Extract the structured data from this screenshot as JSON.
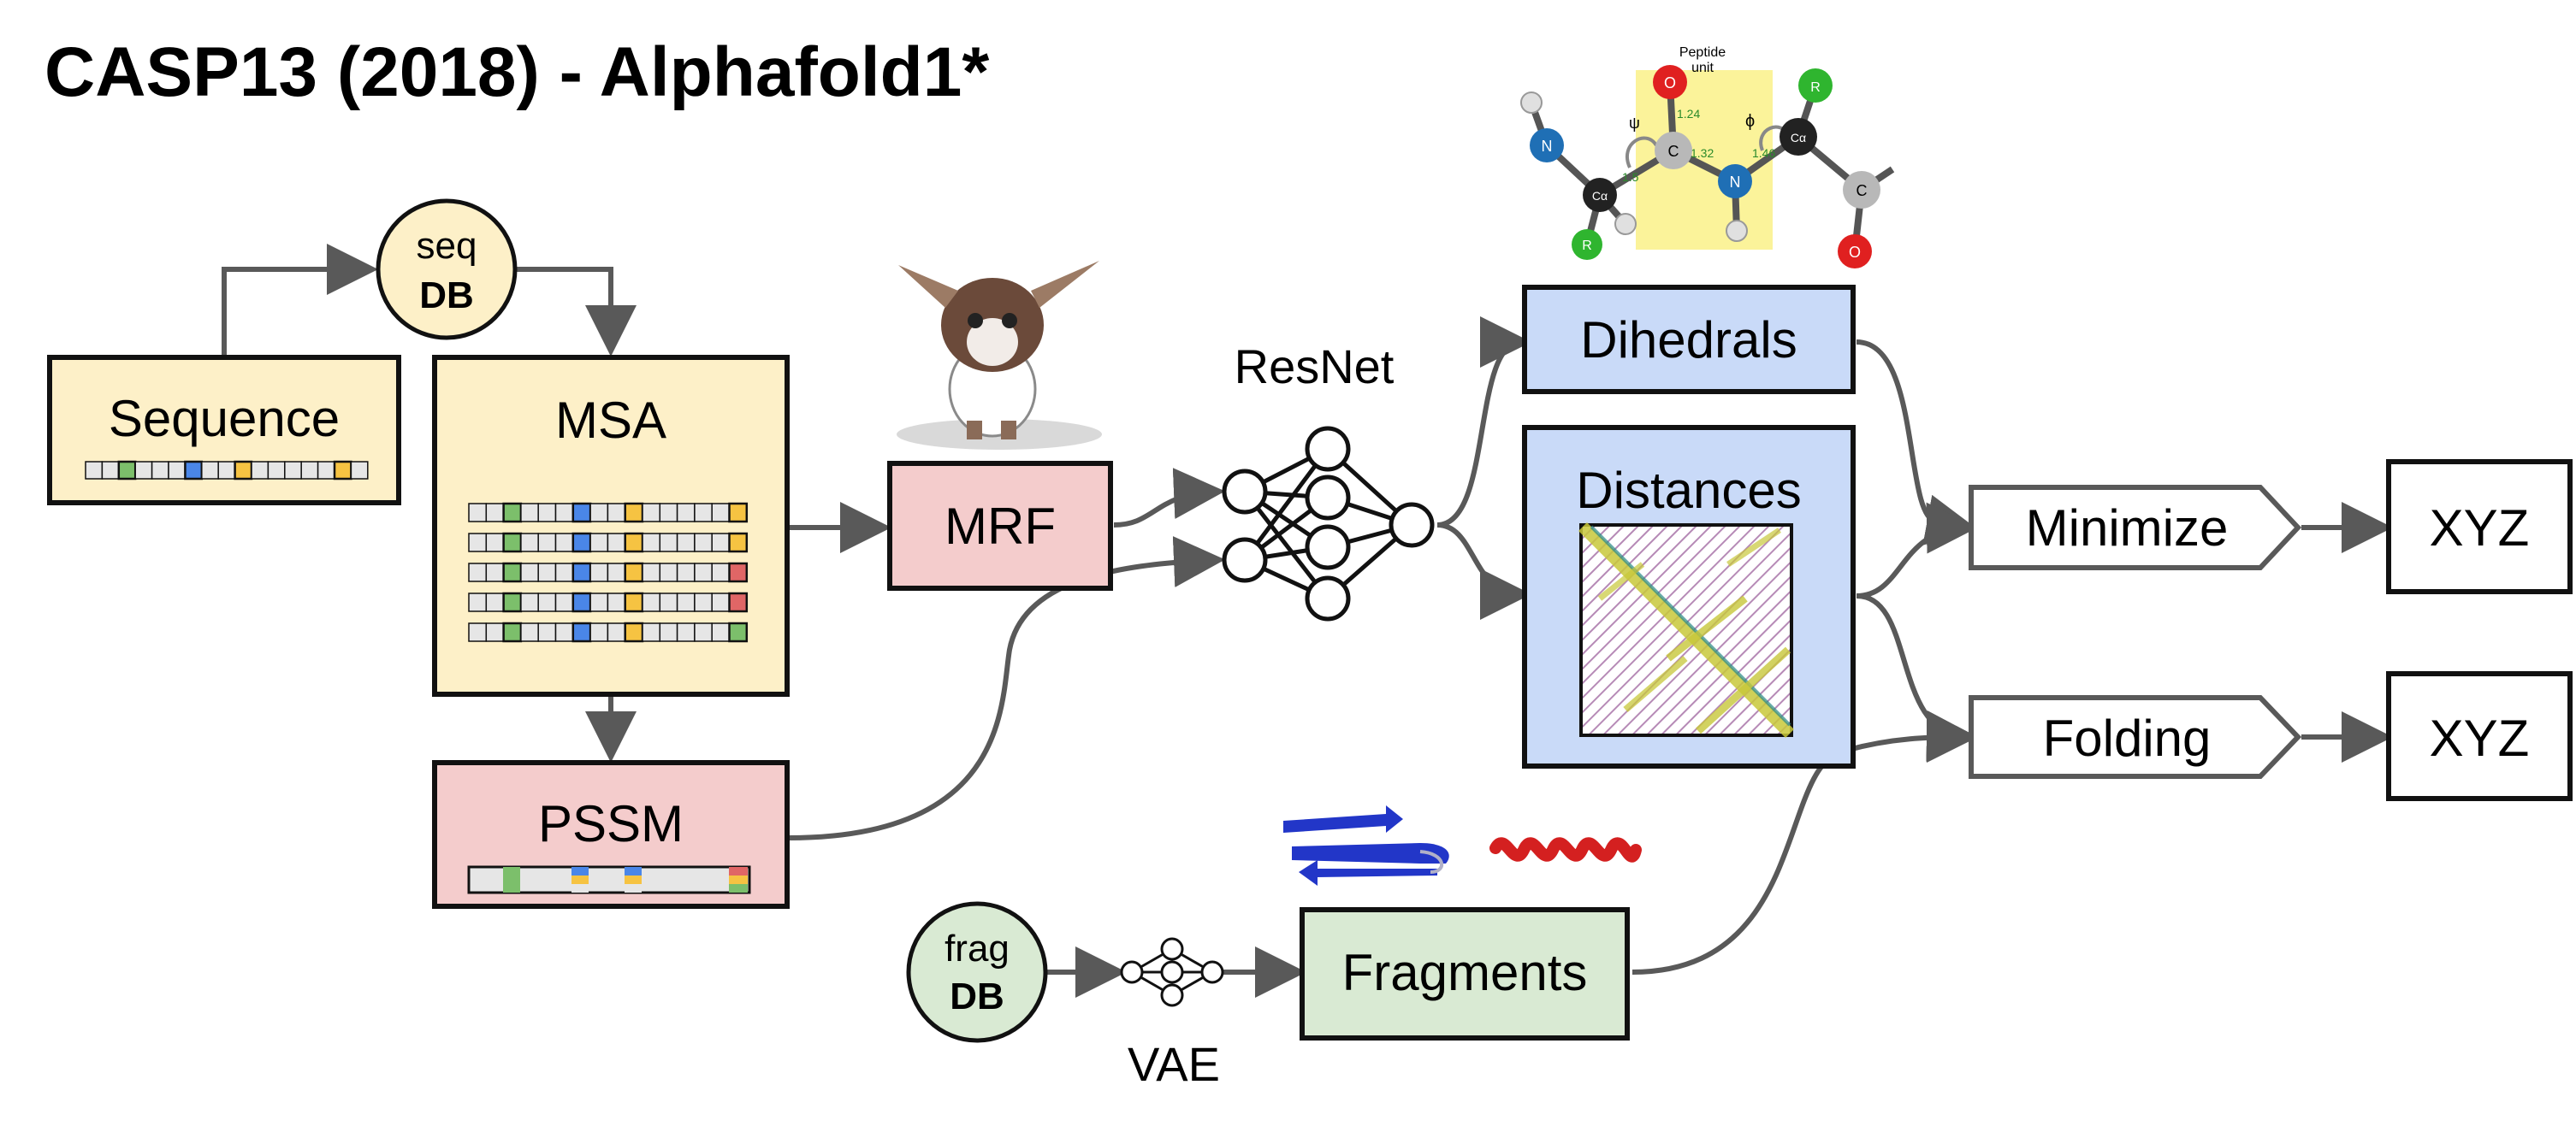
{
  "title": "CASP13 (2018) - Alphafold1*",
  "nodes": {
    "seq_db": {
      "top": "seq",
      "bottom": "DB"
    },
    "sequence": "Sequence",
    "msa": "MSA",
    "pssm": "PSSM",
    "mrf": "MRF",
    "resnet": "ResNet",
    "dihedrals": "Dihedrals",
    "distances": "Distances",
    "minimize": "Minimize",
    "folding": "Folding",
    "xyz_1": "XYZ",
    "xyz_2": "XYZ",
    "frag_db": {
      "top": "frag",
      "bottom": "DB"
    },
    "vae": "VAE",
    "fragments": "Fragments"
  },
  "peptide": {
    "label_1": "Peptide",
    "label_2": "unit",
    "psi": "ψ",
    "phi": "ϕ",
    "bond_1": "1.24",
    "bond_2": "1.32",
    "bond_3": "1.46",
    "bond_4": "1.5",
    "atoms": {
      "o": "O",
      "c": "C",
      "n": "N",
      "r": "R",
      "ca": "Cα"
    }
  },
  "colors": {
    "yellow_fill": "#fdf0c8",
    "pink_fill": "#f4cccc",
    "blue_fill": "#c9daf8",
    "green_fill": "#d9ead3",
    "stroke": "#111111",
    "arrow": "#595959",
    "cell_green": "#7cbf6b",
    "cell_blue": "#4a86e8",
    "cell_yellow": "#f6c342",
    "cell_red": "#e06666",
    "cell_gray": "#e6e6e6",
    "protein_blue": "#2236c8",
    "protein_red": "#d42020"
  },
  "msa_rows": [
    [
      "g",
      "b",
      "y",
      "y"
    ],
    [
      "g",
      "b",
      "y",
      "y"
    ],
    [
      "g",
      "b",
      "y",
      "r"
    ],
    [
      "g",
      "b",
      "y",
      "r"
    ],
    [
      "g",
      "b",
      "y",
      "g"
    ]
  ],
  "icons": [
    "mascot-image-icon",
    "peptide-molecule-icon",
    "neural-network-icon",
    "distance-map-icon",
    "beta-sheet-icon",
    "alpha-helix-icon"
  ]
}
